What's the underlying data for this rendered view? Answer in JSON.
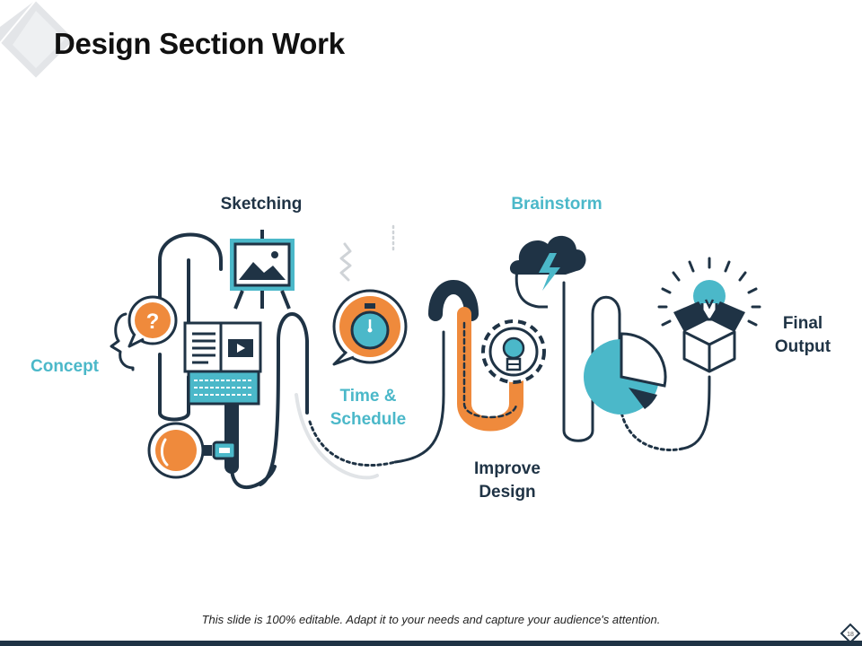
{
  "title": "Design Section Work",
  "steps": {
    "concept": "Concept",
    "sketching": "Sketching",
    "time_schedule_line1": "Time &",
    "time_schedule_line2": "Schedule",
    "improve_design_line1": "Improve",
    "improve_design_line2": "Design",
    "brainstorm": "Brainstorm",
    "final_output_line1": "Final",
    "final_output_line2": "Output"
  },
  "icons": {
    "question_mark": "?"
  },
  "footer": "This slide is 100% editable.  Adapt it to your needs and capture your audience's attention.",
  "page_number": "18",
  "colors": {
    "navy": "#1f3345",
    "teal": "#4bb8c9",
    "orange": "#ef8a3c"
  }
}
